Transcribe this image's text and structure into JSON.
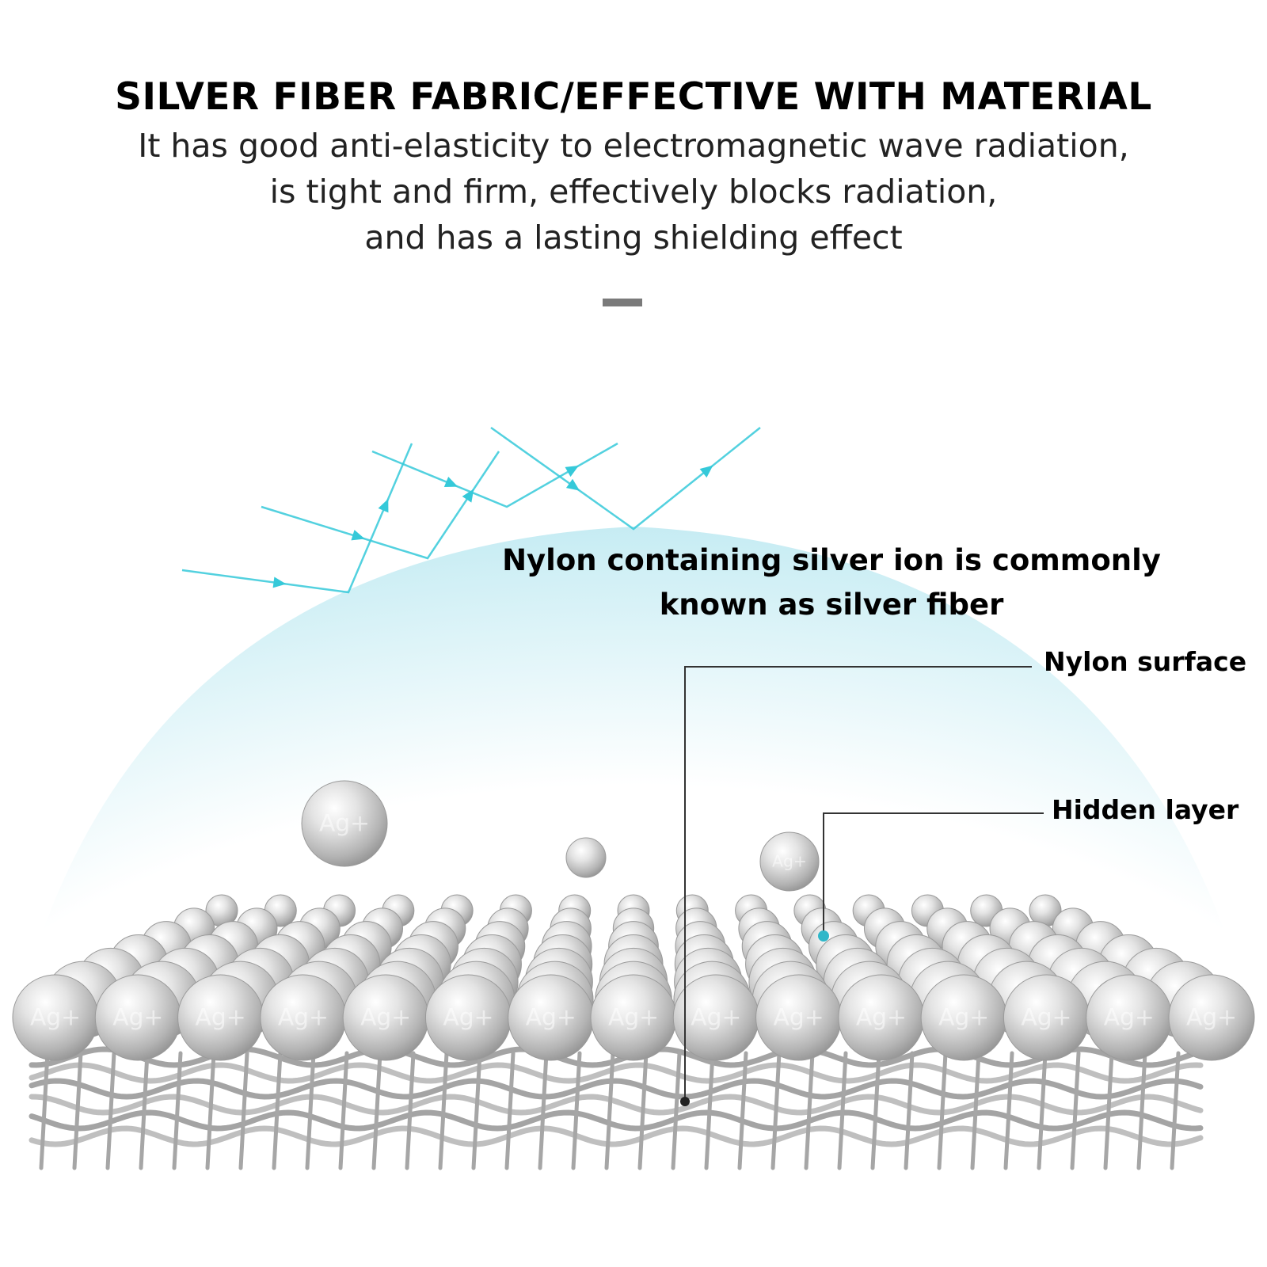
{
  "header": {
    "title": "SILVER FIBER FABRIC/EFFECTIVE WITH MATERIAL",
    "subtitle_lines": [
      "It has good anti-elasticity to electromagnetic wave radiation,",
      "is tight and firm, effectively blocks radiation,",
      "and has a lasting shielding effect"
    ]
  },
  "diagram": {
    "caption_lines": [
      "Nylon containing silver ion is commonly",
      "known as silver fiber"
    ],
    "labels": {
      "nylon_surface": "Nylon surface",
      "hidden_layer": "Hidden layer"
    },
    "sphere_text": "Ag+",
    "colors": {
      "shield": "#d9f3f7",
      "wave": "#35c9d9",
      "sphere": "#c9c9c9",
      "mesh": "#9a9a9a",
      "leader": "#333333",
      "marker_hidden": "#2fb7c9"
    }
  }
}
